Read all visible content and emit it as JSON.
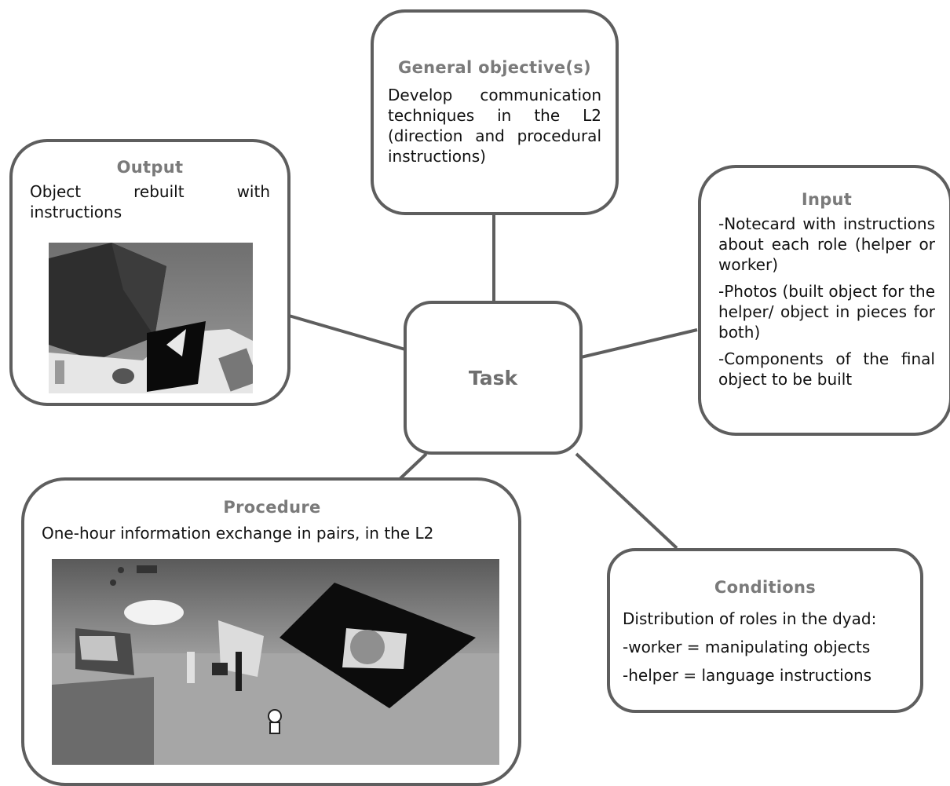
{
  "center": {
    "label": "Task"
  },
  "general_objective": {
    "title": "General objective(s)",
    "text": "Develop communication techniques in the L2 (direction and procedural instructions)"
  },
  "output": {
    "title": "Output",
    "text": "Object rebuilt with instructions"
  },
  "input": {
    "title": "Input",
    "items": [
      "-Notecard with instructions about each role (helper or worker)",
      "-Photos (built object for the helper/ object in pieces for both)",
      "-Components of the final object to be built"
    ]
  },
  "procedure": {
    "title": "Procedure",
    "text": "One-hour information exchange in pairs, in the L2"
  },
  "conditions": {
    "title": "Conditions",
    "lines": [
      "Distribution of roles in the dyad:",
      "-worker = manipulating objects",
      "-helper = language instructions"
    ]
  },
  "colors": {
    "border": "#5e5e5e",
    "title": "#7a7a7a",
    "text": "#111111"
  }
}
